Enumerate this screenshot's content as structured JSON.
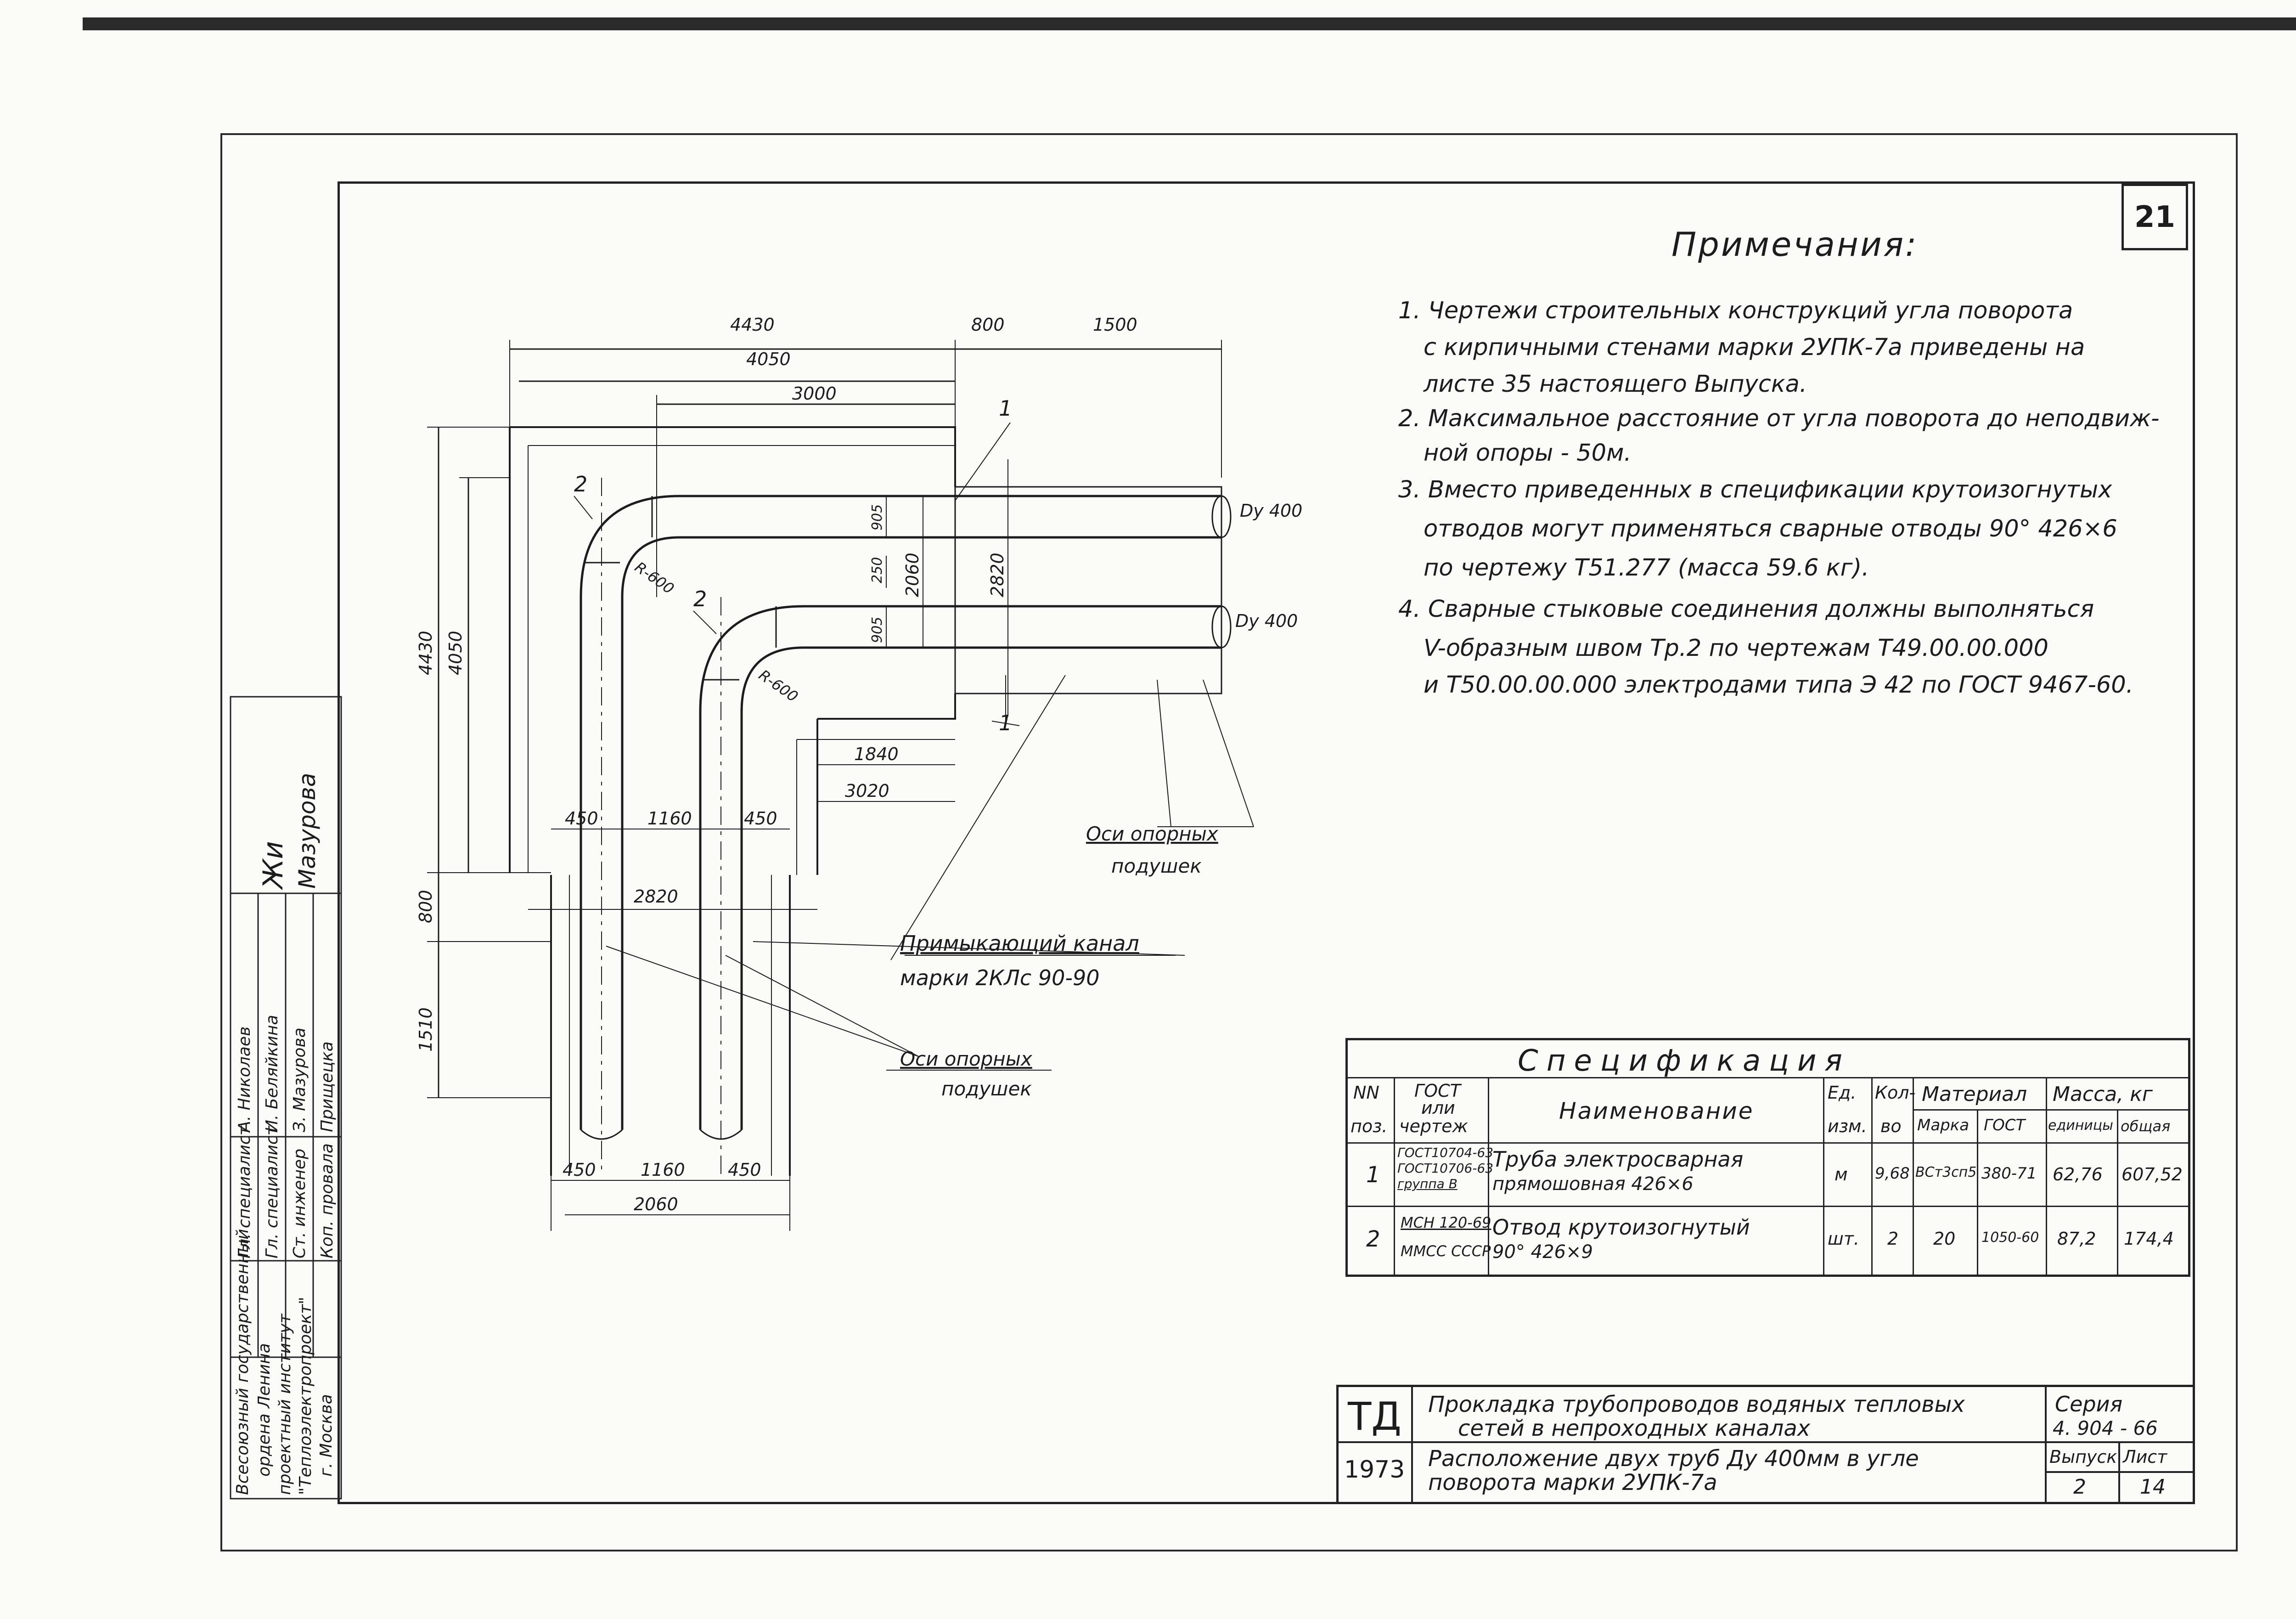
{
  "sheet": {
    "page_number": "21"
  },
  "notes": {
    "title": "Примечания:",
    "lines": [
      "1. Чертежи строительных конструкций угла поворота",
      "с кирпичными стенами марки 2УПК-7а приведены на",
      "листе  35  настоящего Выпуска.",
      "2. Максимальное расстояние от угла поворота до неподвиж-",
      "ной  опоры - 50м.",
      "3. Вместо приведенных в спецификации крутоизогнутых",
      "отводов могут применяться сварные отводы 90° 426×6",
      "по чертежу  Т51.277  (масса  59.6 кг).",
      "4. Сварные стыковые соединения должны выполняться",
      "V-образным швом Тр.2 по чертежам Т49.00.00.000",
      "и Т50.00.00.000  электродами  типа  Э 42 по ГОСТ 9467-60."
    ]
  },
  "drawing": {
    "dims_top": [
      "4430",
      "800",
      "1500",
      "4050",
      "3000"
    ],
    "dims_left": [
      "4430",
      "4050",
      "800",
      "1510"
    ],
    "dims_mid": [
      "905",
      "250",
      "905",
      "2060",
      "2820",
      "1840",
      "3020",
      "450",
      "1160",
      "450",
      "2820",
      "450",
      "1160",
      "450",
      "2060"
    ],
    "radius_labels": [
      "R-600",
      "R-600"
    ],
    "pipe_labels": [
      "Dy 400",
      "Dy 400"
    ],
    "callouts": [
      "1",
      "1",
      "2",
      "2"
    ],
    "label_axes_1": [
      "Оси опорных",
      "подушек"
    ],
    "label_axes_2": [
      "Оси опорных",
      "подушек"
    ],
    "label_channel": [
      "Примыкающий канал",
      "марки  2КЛс 90-90"
    ]
  },
  "stamp": {
    "org": [
      "Всесоюзный государственный",
      "ордена Ленина",
      "проектный институт",
      "\"Теплоэлектропроект\"",
      "г. Москва"
    ],
    "roles": [
      "Гл. специалист",
      "Гл. специалист",
      "Ст. инженер",
      "Коп. провала"
    ],
    "names": [
      "А. Николаев",
      "И. Беляйкина",
      "З. Мазурова",
      "Прищецка"
    ],
    "signatures": [
      "Жи",
      "Мазурова"
    ]
  },
  "spec": {
    "title": "Спецификация",
    "headers": {
      "pos": [
        "NN",
        "поз."
      ],
      "gost": [
        "ГОСТ",
        "или",
        "чертеж"
      ],
      "name": "Наименование",
      "unit": [
        "Ед.",
        "изм."
      ],
      "qty": [
        "Кол-",
        "во"
      ],
      "material": "Материал",
      "mat_mark": "Марка",
      "mat_gost": "ГОСТ",
      "mass": "Масса, кг",
      "mass_unit": "единицы",
      "mass_total": "общая"
    },
    "rows": [
      {
        "pos": "1",
        "gost": [
          "ГОСТ10704-63",
          "ГОСТ10706-63",
          "группа В"
        ],
        "name": [
          "Труба электросварная",
          "прямошовная 426×6"
        ],
        "unit": "м",
        "qty": "9,68",
        "mark": "ВСт3сп5",
        "mgost": "380-71",
        "mass_unit": "62,76",
        "mass_total": "607,52"
      },
      {
        "pos": "2",
        "gost": [
          "МСН 120-69",
          "ММСС СССР"
        ],
        "name": [
          "Отвод крутоизогнутый",
          "90°  426×9"
        ],
        "unit": "шт.",
        "qty": "2",
        "mark": "20",
        "mgost": "1050-60",
        "mass_unit": "87,2",
        "mass_total": "174,4"
      }
    ]
  },
  "title_block": {
    "code": "ТД",
    "year": "1973",
    "title_1": "Прокладка трубопроводов водяных тепловых",
    "title_2": "сетей  в  непроходных  каналах",
    "title_3": "Расположение двух труб  Ду 400мм  в угле",
    "title_4": "поворота   марки   2УПК-7а",
    "series_label": "Серия",
    "series_value": "4. 904 - 66",
    "issue_label": "Выпуск",
    "issue_value": "2",
    "sheet_label": "Лист",
    "sheet_value": "14"
  }
}
